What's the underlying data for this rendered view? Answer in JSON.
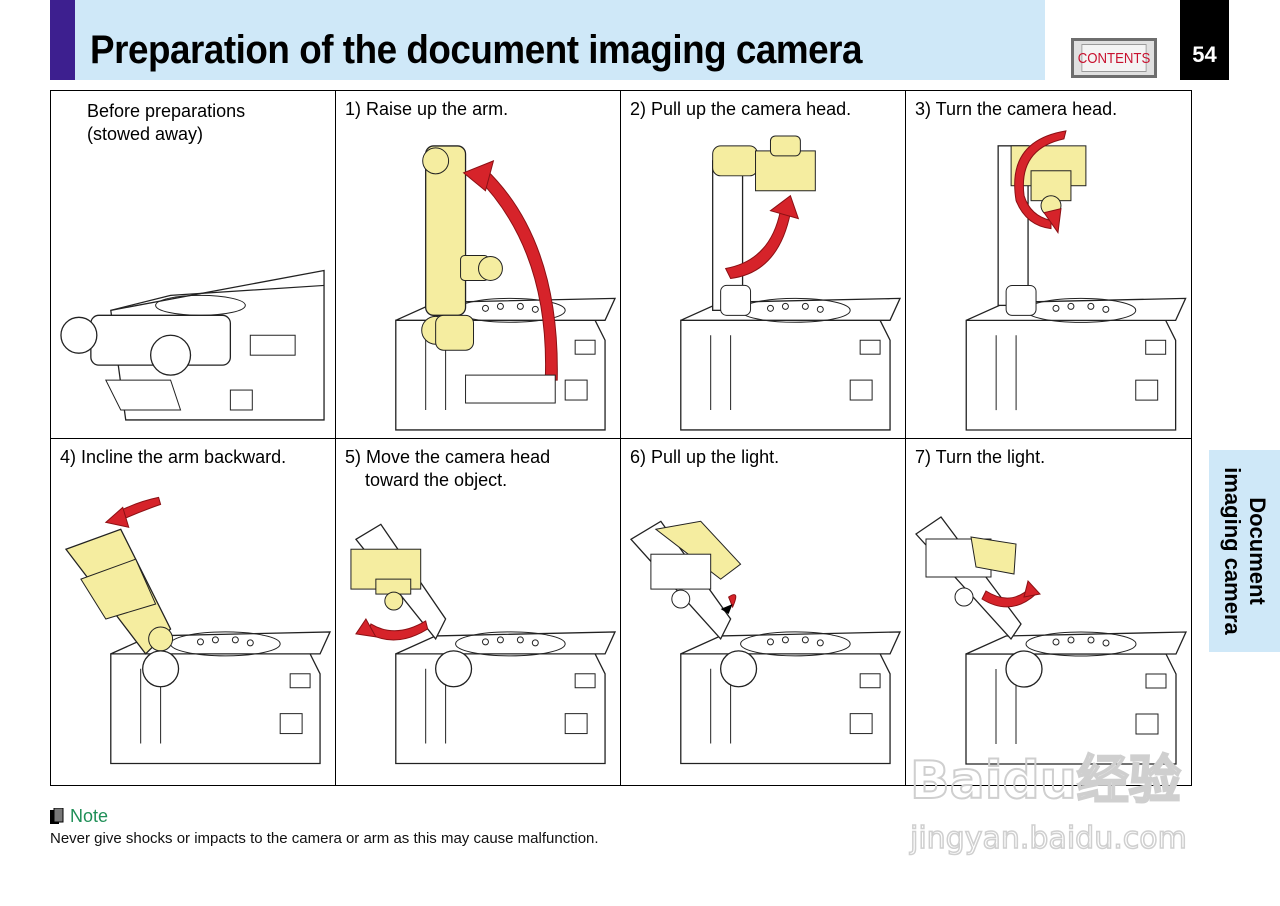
{
  "header": {
    "title": "Preparation of the document imaging camera",
    "contents_label": "CONTENTS",
    "page_number": "54"
  },
  "side_tab": {
    "label_line1": "Document",
    "label_line2": "imaging camera"
  },
  "steps": [
    {
      "caption": "Before preparations\n(stowed away)"
    },
    {
      "caption": "1) Raise up the arm."
    },
    {
      "caption": "2) Pull up the camera head."
    },
    {
      "caption": "3) Turn the camera head."
    },
    {
      "caption": "4) Incline the arm backward."
    },
    {
      "caption": "5) Move the camera head\n    toward the object."
    },
    {
      "caption": "6) Pull up the light."
    },
    {
      "caption": "7) Turn the light."
    }
  ],
  "note": {
    "title": "Note",
    "text": "Never give shocks or impacts to the camera or arm as this may cause malfunction."
  },
  "watermark": {
    "line1": "Baidu经验",
    "line2": "jingyan.baidu.com"
  },
  "colors": {
    "title_band": "#cfe8f8",
    "title_accent": "#3d1f8f",
    "contents_text": "#c8102e",
    "arrow_red": "#d6232a",
    "part_yellow": "#f5eda0",
    "note_green": "#1f8f57"
  }
}
